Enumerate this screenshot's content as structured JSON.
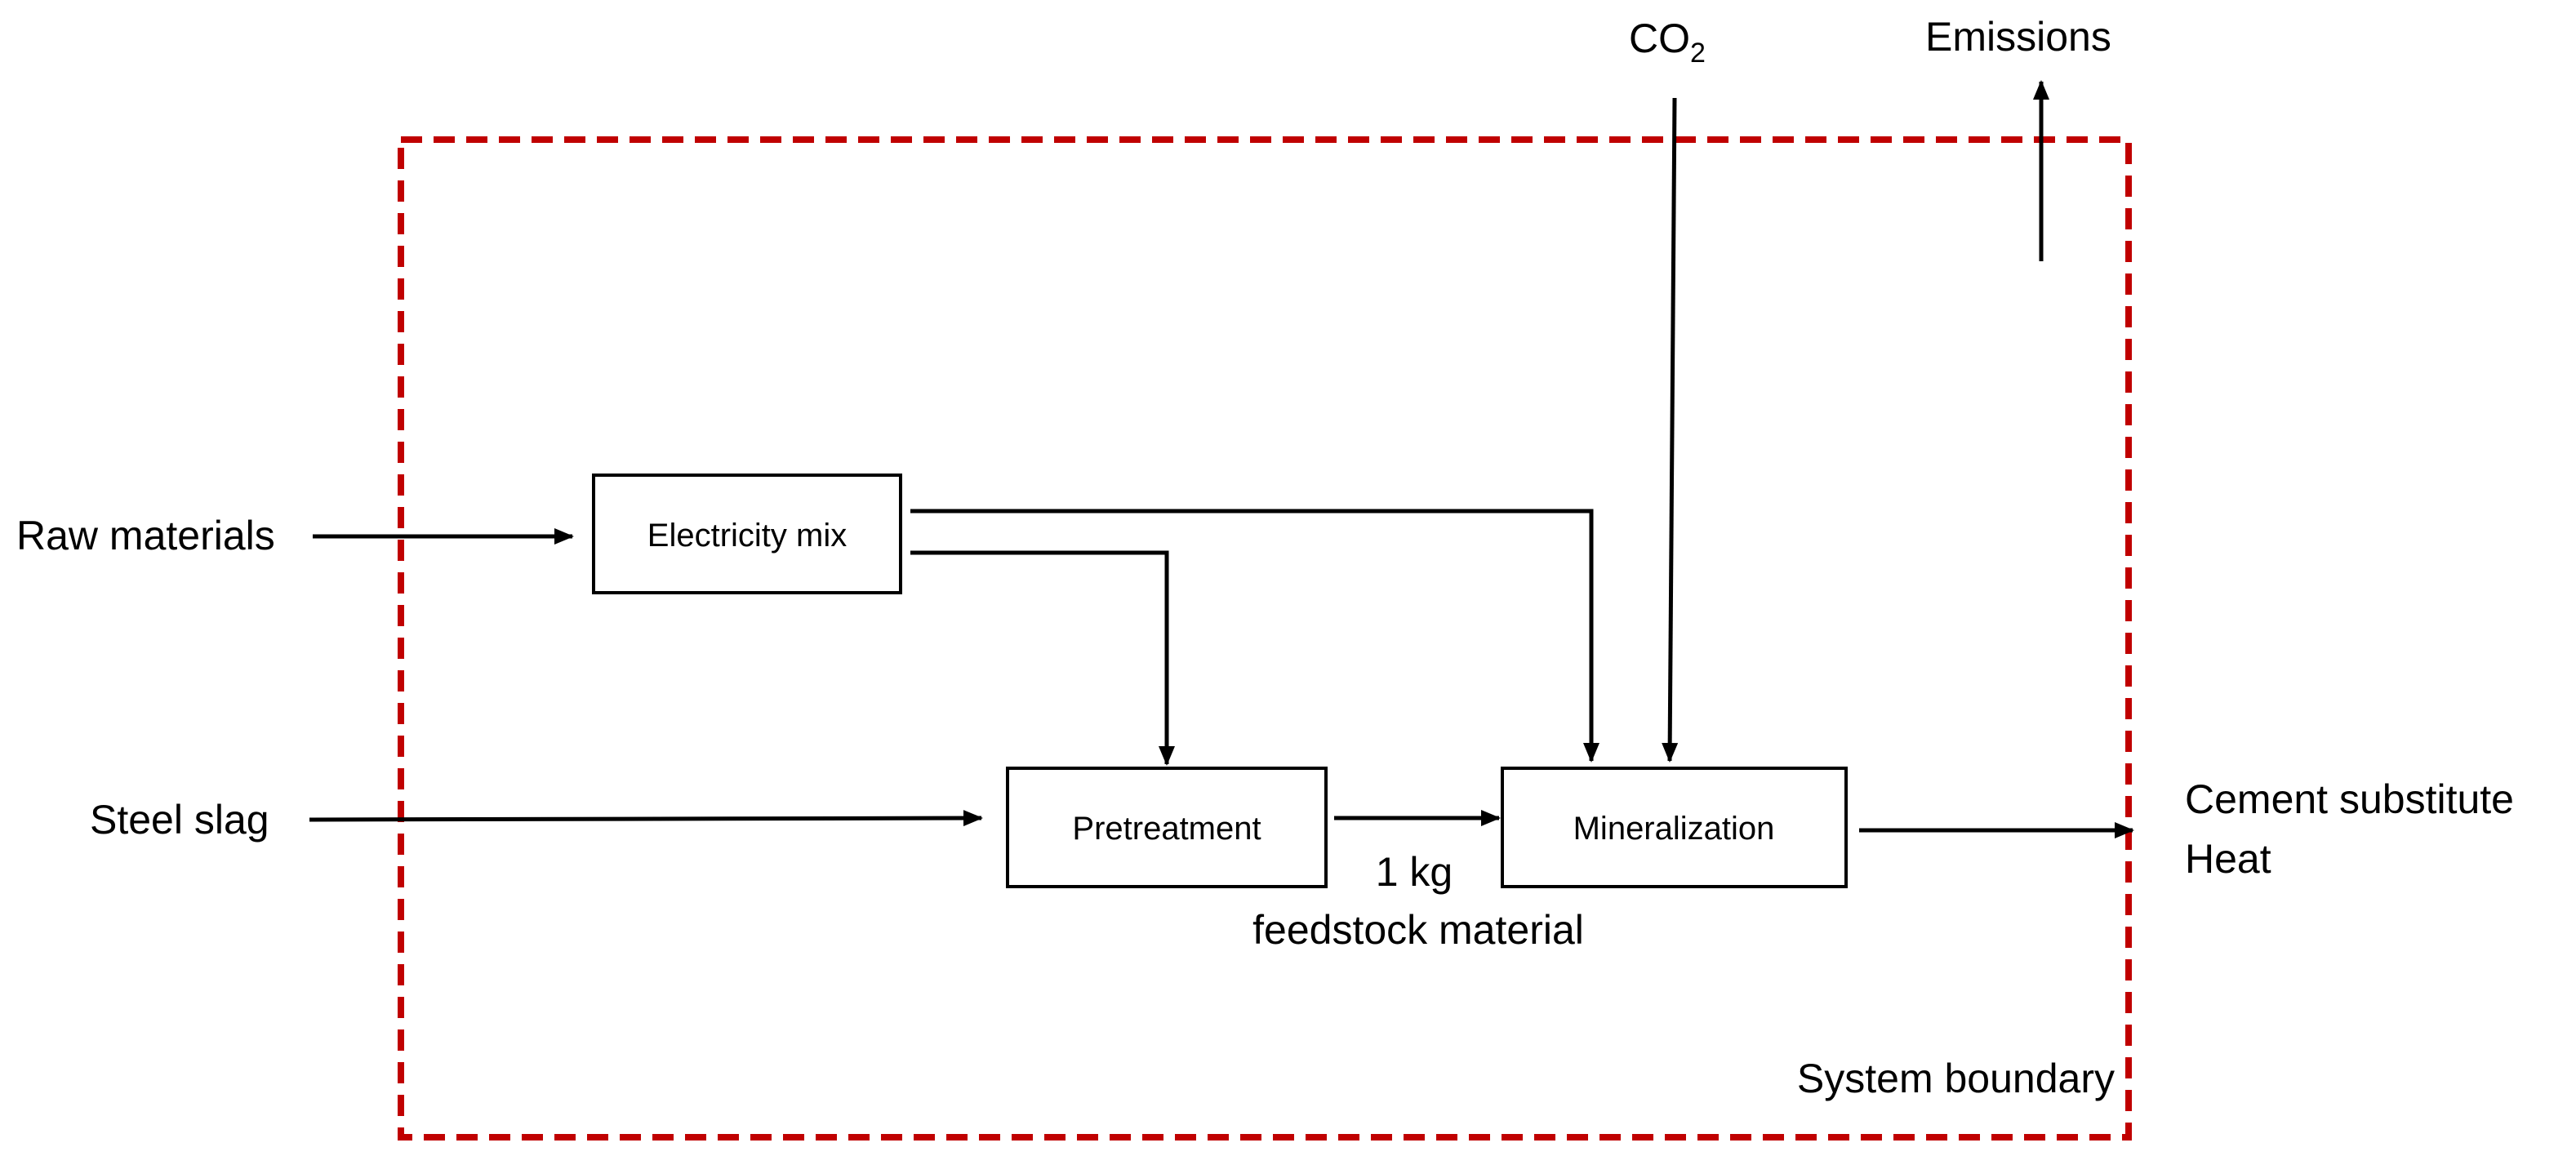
{
  "diagram": {
    "boundary_label": "System boundary",
    "colors": {
      "boundary": "#c00000",
      "line": "#000000",
      "box_fill": "#ffffff"
    },
    "boxes": {
      "electricity_mix": "Electricity mix",
      "pretreatment": "Pretreatment",
      "mineralization": "Mineralization"
    },
    "inputs": {
      "raw_materials": "Raw materials",
      "steel_slag": "Steel slag",
      "co2_base": "CO",
      "co2_subscript": "2"
    },
    "outputs": {
      "emissions": "Emissions",
      "cement_substitute": "Cement substitute",
      "heat": "Heat"
    },
    "flow_labels": {
      "amount": "1 kg",
      "material": "feedstock material"
    }
  }
}
